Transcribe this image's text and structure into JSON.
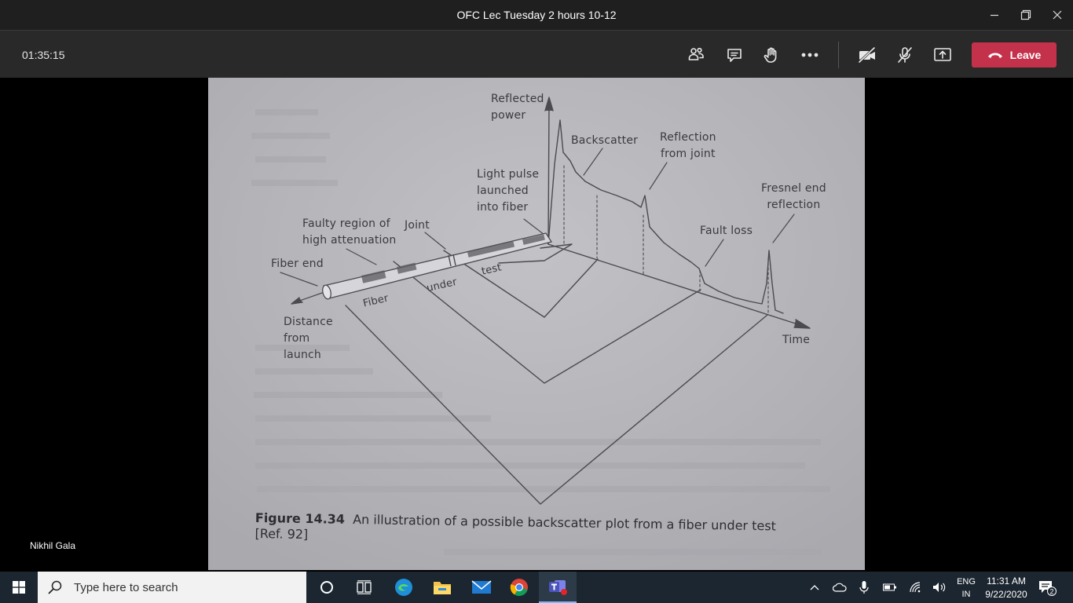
{
  "window": {
    "title": "OFC Lec Tuesday 2 hours 10-12"
  },
  "meeting": {
    "elapsed": "01:35:15",
    "leave_label": "Leave",
    "participant_name": "Nikhil Gala"
  },
  "figure": {
    "labels": {
      "reflected_power": "Reflected\npower",
      "backscatter": "Backscatter",
      "reflection_from_joint": "Reflection\nfrom joint",
      "light_pulse": "Light pulse\nlaunched\ninto fiber",
      "fresnel": "Fresnel end\nreflection",
      "faulty_region": "Faulty region of\nhigh attenuation",
      "joint": "Joint",
      "fault_loss": "Fault loss",
      "fiber_end": "Fiber end",
      "test": "test",
      "under": "under",
      "fiber": "Fiber",
      "distance": "Distance\nfrom\nlaunch",
      "time": "Time"
    },
    "caption_number": "Figure 14.34",
    "caption_text": "An illustration of a possible backscatter plot from a fiber under test [Ref. 92]"
  },
  "taskbar": {
    "search_placeholder": "Type here to search",
    "lang_line1": "ENG",
    "lang_line2": "IN",
    "time": "11:31 AM",
    "date": "9/22/2020",
    "notification_count": "2"
  }
}
